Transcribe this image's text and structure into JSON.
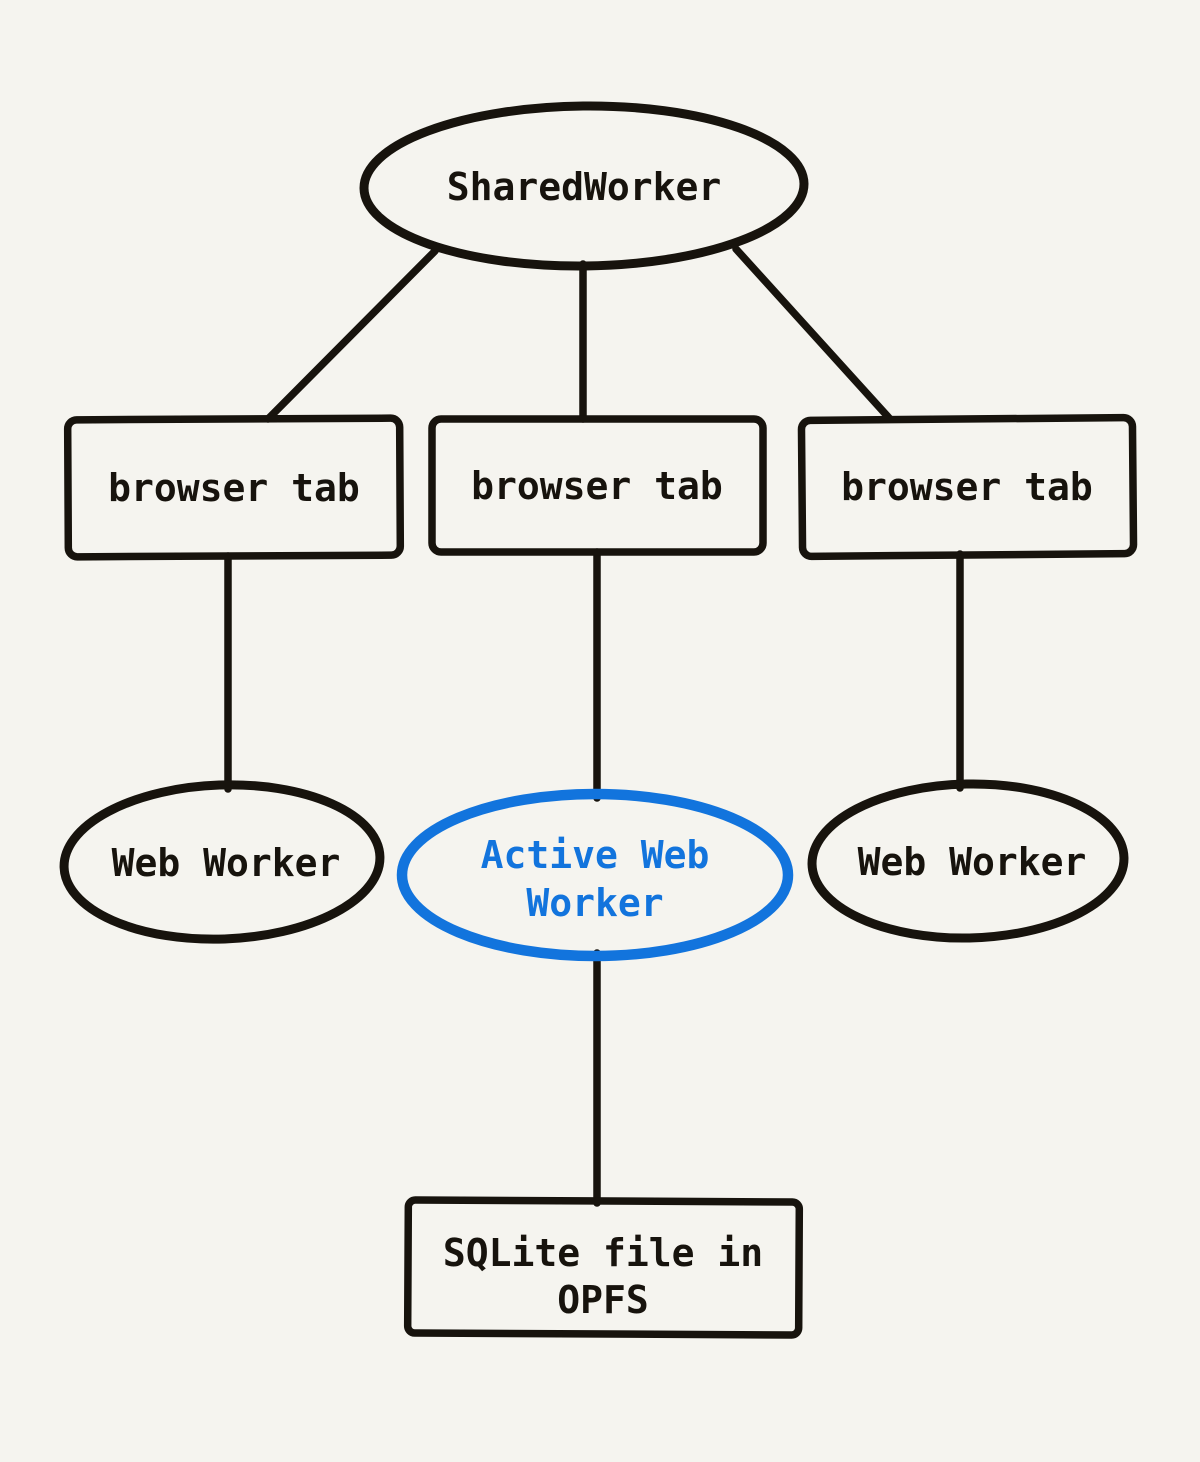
{
  "canvas": {
    "background": "#f5f4ef"
  },
  "colors": {
    "ink": "#17130d",
    "accent": "#1274dd",
    "background": "#f5f4ef"
  },
  "nodes": {
    "shared_worker": {
      "shape": "ellipse",
      "label": "SharedWorker"
    },
    "browser_tab_1": {
      "shape": "rectangle",
      "label": "browser tab"
    },
    "browser_tab_2": {
      "shape": "rectangle",
      "label": "browser tab"
    },
    "browser_tab_3": {
      "shape": "rectangle",
      "label": "browser tab"
    },
    "web_worker_left": {
      "shape": "ellipse",
      "label": "Web Worker"
    },
    "active_web_worker": {
      "shape": "ellipse",
      "label_line_1": "Active Web",
      "label_line_2": "Worker",
      "highlighted": true
    },
    "web_worker_right": {
      "shape": "ellipse",
      "label": "Web Worker"
    },
    "sqlite_file": {
      "shape": "rectangle",
      "label_line_1": "SQLite file in",
      "label_line_2": "OPFS"
    }
  },
  "edges": [
    {
      "from": "shared_worker",
      "to": "browser_tab_1"
    },
    {
      "from": "shared_worker",
      "to": "browser_tab_2"
    },
    {
      "from": "shared_worker",
      "to": "browser_tab_3"
    },
    {
      "from": "browser_tab_1",
      "to": "web_worker_left"
    },
    {
      "from": "browser_tab_2",
      "to": "active_web_worker"
    },
    {
      "from": "browser_tab_3",
      "to": "web_worker_right"
    },
    {
      "from": "active_web_worker",
      "to": "sqlite_file"
    }
  ]
}
